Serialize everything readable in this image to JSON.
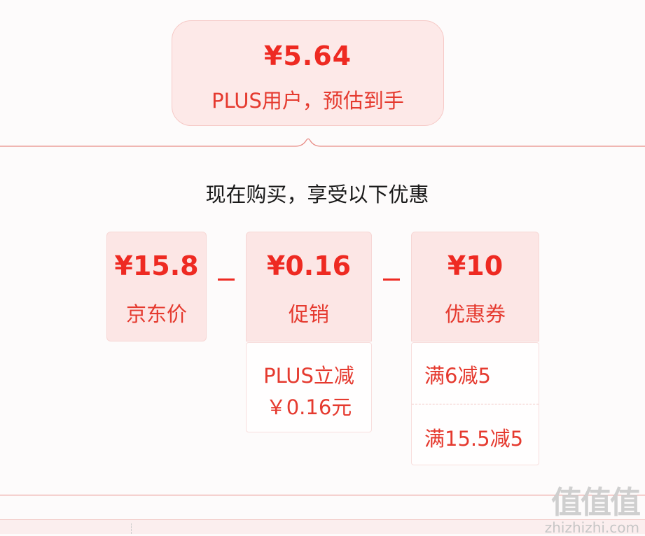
{
  "estimate": {
    "price": "¥5.64",
    "label": "PLUS用户，预估到手"
  },
  "headline": "现在购买，享受以下优惠",
  "cards": {
    "jd_price": {
      "price": "¥15.8",
      "label": "京东价"
    },
    "promotion": {
      "price": "¥0.16",
      "label": "促销"
    },
    "coupon": {
      "price": "¥10",
      "label": "优惠券"
    }
  },
  "promotion_details": {
    "line1": "PLUS立减",
    "line2": "￥0.16元"
  },
  "coupon_details": [
    "满6减5",
    "满15.5减5"
  ],
  "watermark": {
    "logo": "值值值",
    "url": "zhizhizhi.com"
  },
  "colors": {
    "accent": "#ee2a22",
    "card_bg": "#fce6e5",
    "page_bg": "#fdfbfb"
  }
}
